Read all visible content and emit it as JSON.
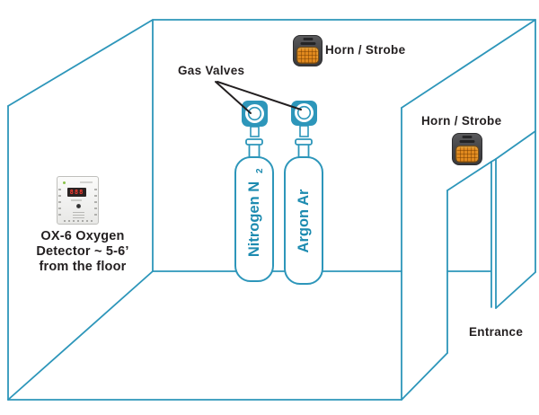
{
  "diagram": {
    "labels": {
      "gas_valves": "Gas Valves",
      "horn_strobe_top": "Horn / Strobe",
      "horn_strobe_right": "Horn / Strobe",
      "entrance": "Entrance"
    },
    "detector_label": {
      "line1": "OX-6 Oxygen",
      "line2": "Detector ~ 5-6’",
      "line3": "from the floor"
    },
    "cylinders": [
      {
        "label": "Nitrogen N",
        "subscript": "2"
      },
      {
        "label": "Argon Ar",
        "subscript": ""
      }
    ],
    "icons": {
      "horn_strobe": "horn-strobe-alarm-icon",
      "oxygen_detector": "oxygen-detector-icon",
      "gas_valve": "gas-valve-icon"
    },
    "colors": {
      "wall_line": "#2d96ba",
      "cylinder_text": "#1d8bb0",
      "label_text": "#231f20",
      "horn_body": "#47474a",
      "horn_lens": "#e0891e",
      "detector_display_red": "#ff3b30"
    }
  }
}
